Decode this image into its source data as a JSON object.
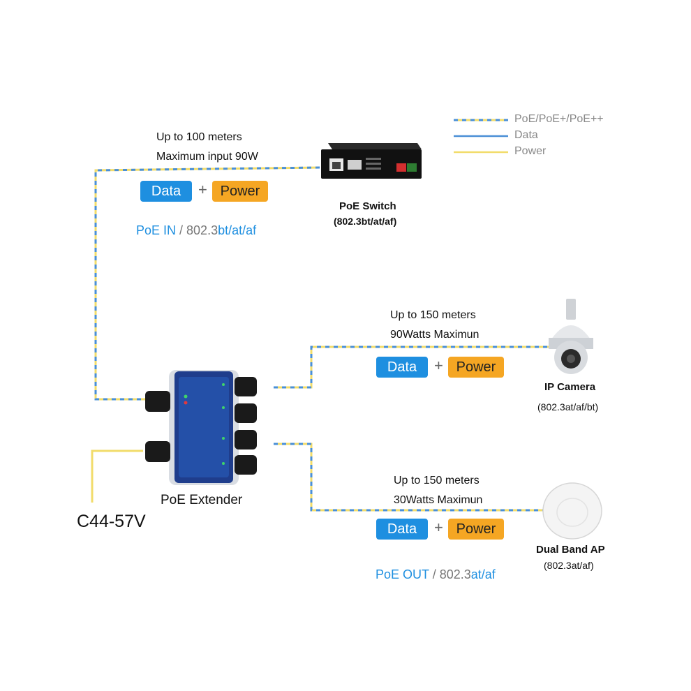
{
  "legend": [
    {
      "label": "PoE/PoE+/PoE++",
      "style": "dashed-blue-yellow"
    },
    {
      "label": "Data",
      "color": "#4a8fd6"
    },
    {
      "label": "Power",
      "color": "#f2dc6b"
    }
  ],
  "colors": {
    "data": "#1e8fe0",
    "power": "#f5a623",
    "wire_blue": "#4a8fd6",
    "wire_yellow": "#f2dc6b"
  },
  "poe_in": {
    "distance": "Up to 100 meters",
    "power": "Maximum input 90W",
    "data_label": "Data",
    "plus": "+",
    "power_label": "Power",
    "standard_prefix": "PoE IN",
    "standard_sep": " / 802.3",
    "standard_suffix": "bt/at/af"
  },
  "switch": {
    "name": "PoE Switch",
    "standard": "(802.3bt/at/af)"
  },
  "camera_link": {
    "distance": "Up to 150 meters",
    "power": "90Watts Maximun",
    "data_label": "Data",
    "plus": "+",
    "power_label": "Power"
  },
  "camera": {
    "name": "IP Camera",
    "standard": "(802.3at/af/bt)"
  },
  "ap_link": {
    "distance": "Up to 150 meters",
    "power": "30Watts Maximun",
    "data_label": "Data",
    "plus": "+",
    "power_label": "Power",
    "standard_prefix": "PoE OUT",
    "standard_sep": " / 802.3",
    "standard_suffix": "at/af"
  },
  "ap": {
    "name": "Dual Band AP",
    "standard": "(802.3at/af)"
  },
  "extender": {
    "name": "PoE Extender"
  },
  "dc_input": {
    "label": "C44-57V"
  }
}
